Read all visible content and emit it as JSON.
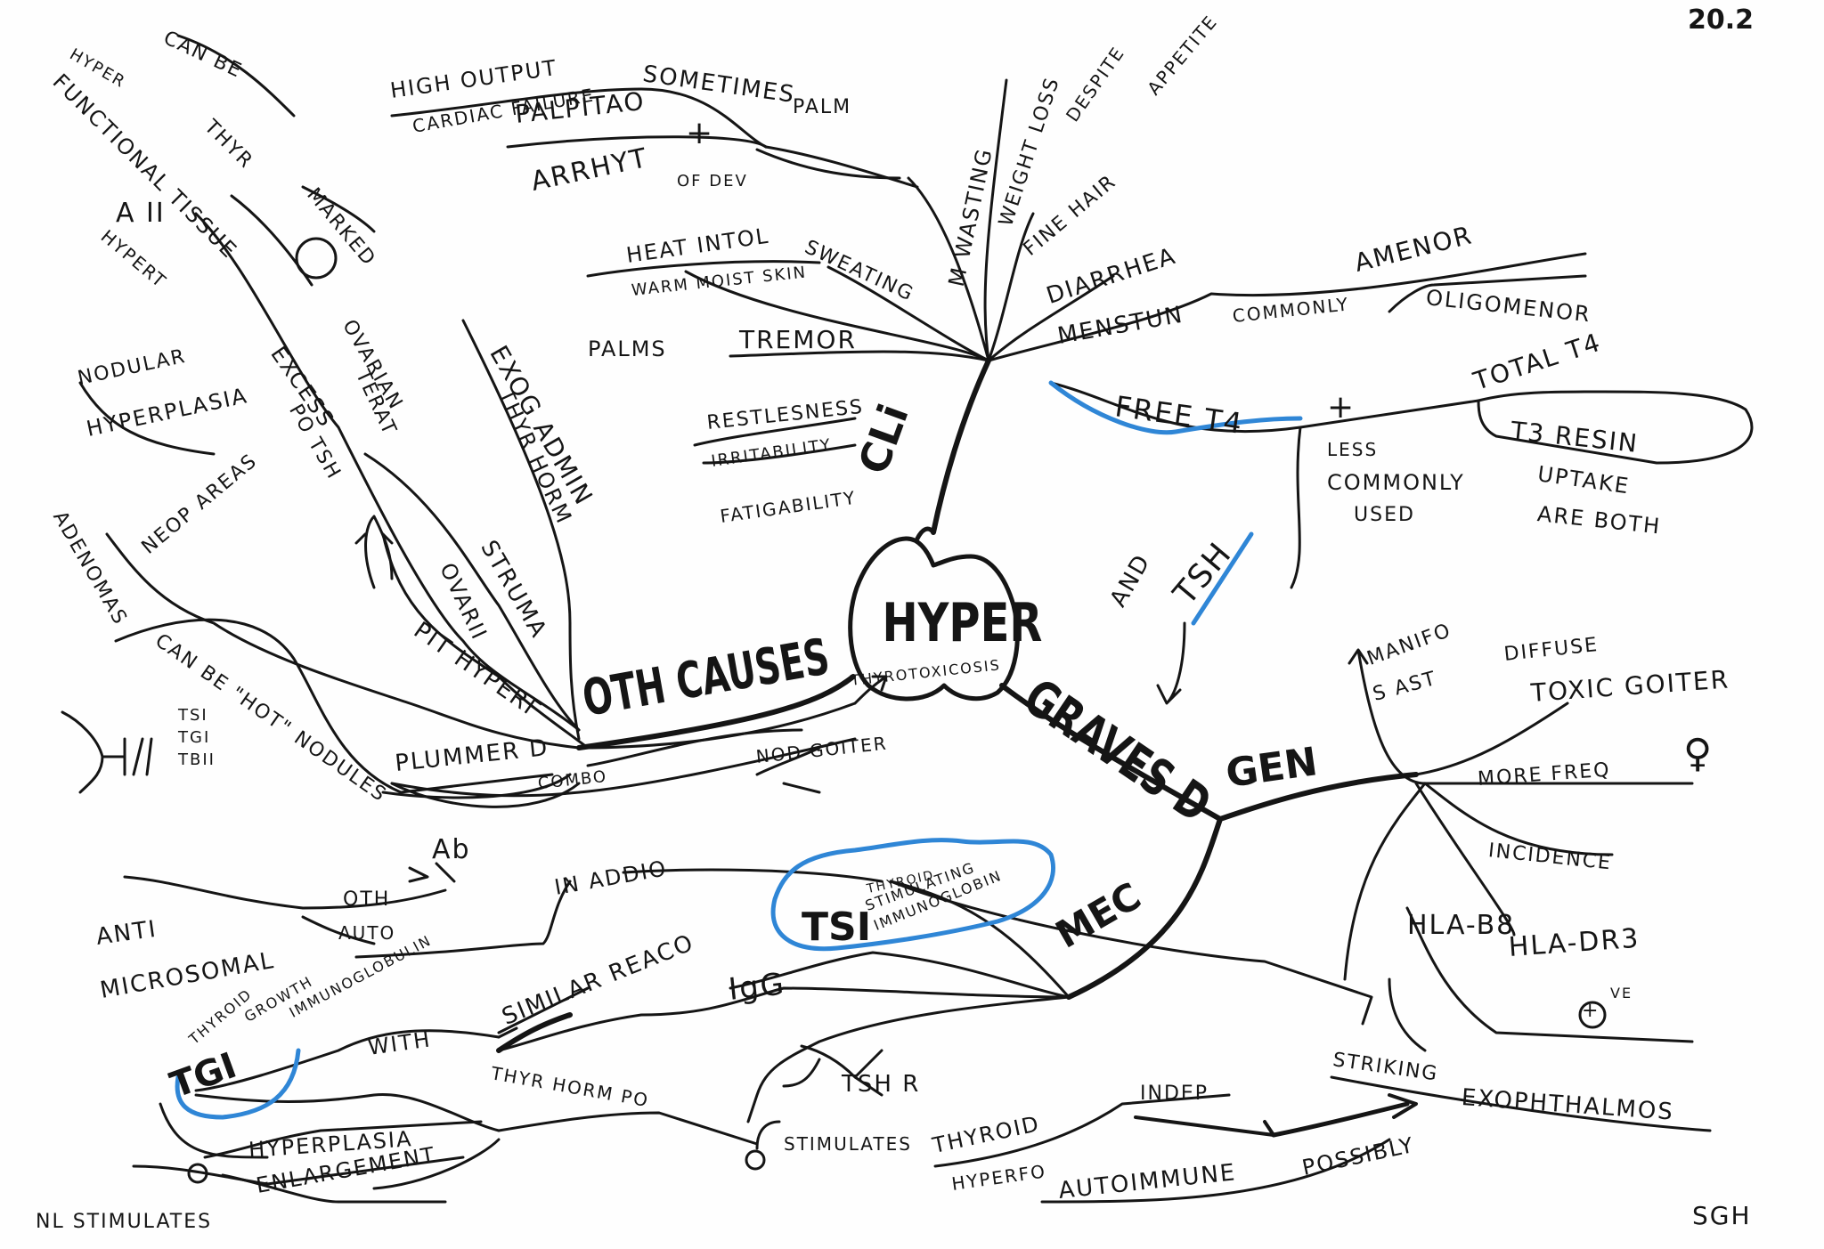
{
  "page_number": "20.2",
  "initials": "SGH",
  "center": {
    "title": "HYPER",
    "subtitle": "THYROTOXICOSIS"
  },
  "main_branches": {
    "other_causes": "OTH CAUSES",
    "clinical": "CLi",
    "graves": "GRAVES D",
    "general": "GEN",
    "mechanism": "MEC"
  },
  "clinical_features": {
    "high_output": "HIGH OUTPUT",
    "cardiac_failure": "CARDIAC FAILURE",
    "palpitations": "PALPITAO",
    "sometimes": "SOMETIMES",
    "palm": "PALM",
    "arrhythmia": "ARRHYT",
    "of_dev": "OF DEV",
    "plus": "+",
    "muscle_wasting": "M WASTING",
    "weight_loss": "WEIGHT LOSS",
    "despite": "DESPITE",
    "appetite": "APPETITE",
    "fine_hair": "FINE HAIR",
    "heat_intolerance": "HEAT INTOL",
    "sweating": "SWEATING",
    "warm_moist_skin": "WARM MOIST SKIN",
    "palms": "PALMS",
    "tremor": "TREMOR",
    "diarrhea": "DIARRHEA",
    "menstruation": "MENSTUN",
    "commonly": "COMMONLY",
    "amenorrhea": "AMENOR",
    "oligomenorrhea": "OLIGOMENOR",
    "restlessness": "RESTLESNESS",
    "irritability": "IRRITABILITY",
    "fatigability": "FATIGABILITY"
  },
  "labs": {
    "free_t4": "FREE T4",
    "plus": "+",
    "total_t4": "TOTAL T4",
    "t3_resin": "T3 RESIN",
    "uptake": "UPTAKE",
    "are_both": "ARE BOTH",
    "less_commonly_used": [
      "LESS",
      "COMMONLY",
      "USED"
    ],
    "and": "AND",
    "tsh": "TSH"
  },
  "graves_general": {
    "manifest": [
      "MANIFO",
      "S AST"
    ],
    "diffuse": "DIFFUSE",
    "toxic_goiter": "TOXIC GOITER",
    "more_freq": "MORE FREQ",
    "incidence": "INCIDENCE",
    "hla_b8": "HLA-B8",
    "hla_dr3": "HLA-DR3",
    "positive_ve": "VE",
    "striking": "STRIKING",
    "exophthalmos": "EXOPHTHALMOS",
    "possibly": "POSSIBLY",
    "autoimmune": "AUTOIMMUNE",
    "indep": "INDEP",
    "thyroid_hyperfo": [
      "THYROID",
      "HYPERFO"
    ]
  },
  "mechanism": {
    "tsi": "TSI",
    "tsi_full": [
      "THYROID",
      "STIMULATING",
      "IMMUNOGLOBIN"
    ],
    "igg": "IgG",
    "tsh_r": "TSH R",
    "stimulates": "STIMULATES",
    "thyr_horm_po": "THYR HORM PO",
    "tgi": "TGI",
    "tgi_full": [
      "THYROID",
      "GROWTH",
      "IMMUNOGLOBULIN"
    ],
    "with": "WITH",
    "similar_reaction": "SIMILAR REACO",
    "in_addition": "IN ADDIO",
    "other_auto": [
      "OTH",
      "AUTO"
    ],
    "ab": "Ab",
    "anti": "ANTI",
    "microsomal": "MICROSOMAL",
    "hyperplasia": "HYPERPLASIA",
    "enlargement": "ENLARGEMENT",
    "nl_stimulates": "NL STIMULATES"
  },
  "other_causes_details": {
    "plummer": "PLUMMER D",
    "combo": "COMBO",
    "nod_goiter": "NOD GOITER",
    "can_be": "CAN BE",
    "hyperfunctional_tissue": [
      "HYPER",
      "FUNCTIONAL TISSUE"
    ],
    "thyr": "THYR",
    "a_ii": "A II",
    "hypert": "HYPERT",
    "nodular_hyperplasia": [
      "NODULAR",
      "HYPERPLASIA"
    ],
    "adenomas": "ADENOMAS",
    "neop_areas": "NEOP AREAS",
    "can_be_hot_nodules": "CAN BE \"HOT\" NODULES",
    "excess_po_tsh": [
      "EXCESS",
      "PO TSH"
    ],
    "pit_hyperf": "PIT HYPERF",
    "marked": "MARKED",
    "ovarian_teratoma": [
      "OVARIAN",
      "TERAT"
    ],
    "struma_ovarii": [
      "STRUMA",
      "OVARII"
    ],
    "exog_admin": "EXOG ADMIN",
    "thyr_horm": "THYR HORM",
    "tsi_tgi_tbii": [
      "TSI",
      "TGI",
      "TBII"
    ]
  },
  "colors": {
    "ink": "#151515",
    "highlight_blue": "#2f86d6"
  }
}
